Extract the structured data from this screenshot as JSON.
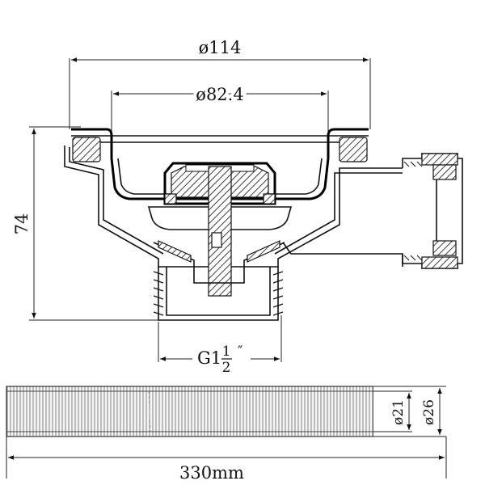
{
  "drawing": {
    "dim_top_outer": "ø114",
    "dim_top_inner": "ø82.4",
    "dim_height": "74",
    "dim_thread": "G1",
    "dim_thread_num": "1",
    "dim_thread_den": "2",
    "dim_thread_mark": "″",
    "dim_hose_inner": "ø21",
    "dim_hose_outer": "ø26",
    "dim_hose_length": "330mm"
  },
  "colors": {
    "line": "#000000",
    "background": "#ffffff",
    "hose_fill": "#f4f4f4"
  }
}
